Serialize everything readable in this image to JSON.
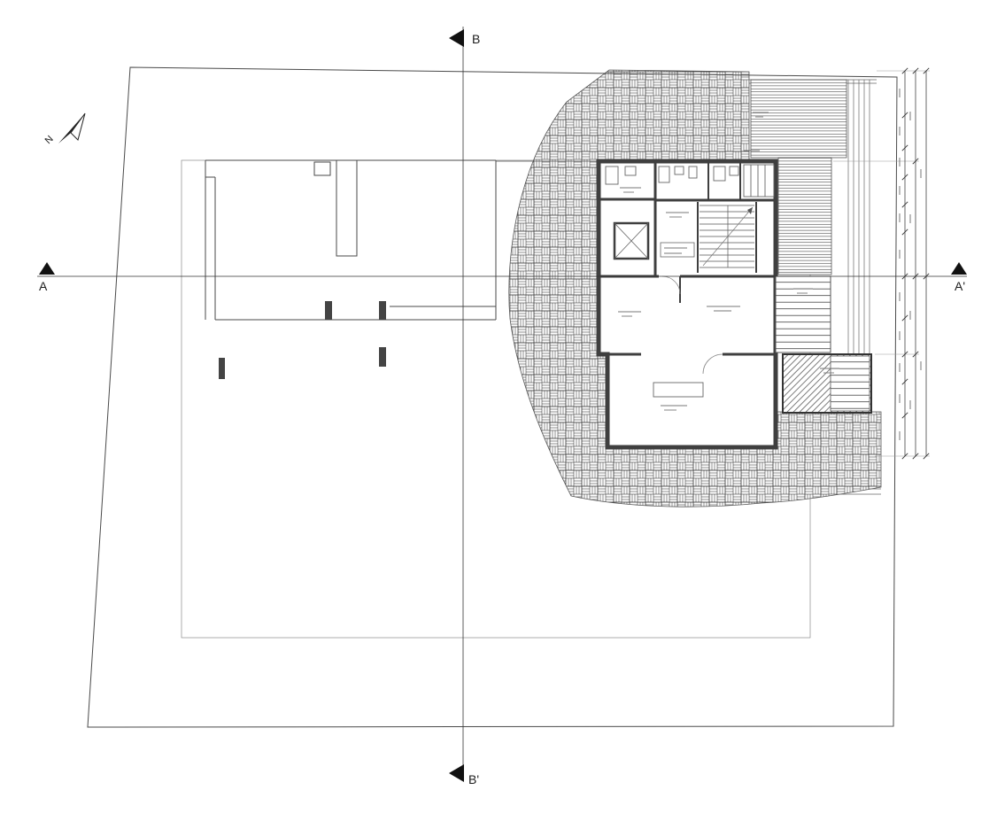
{
  "sheet": {
    "background": "#ffffff",
    "ink": "#3a3a3a",
    "light_ink": "#888888"
  },
  "markers": {
    "section_vertical_top": "B",
    "section_vertical_bottom": "B'",
    "section_horizontal_left": "A",
    "section_horizontal_right": "A'",
    "north": "N"
  }
}
